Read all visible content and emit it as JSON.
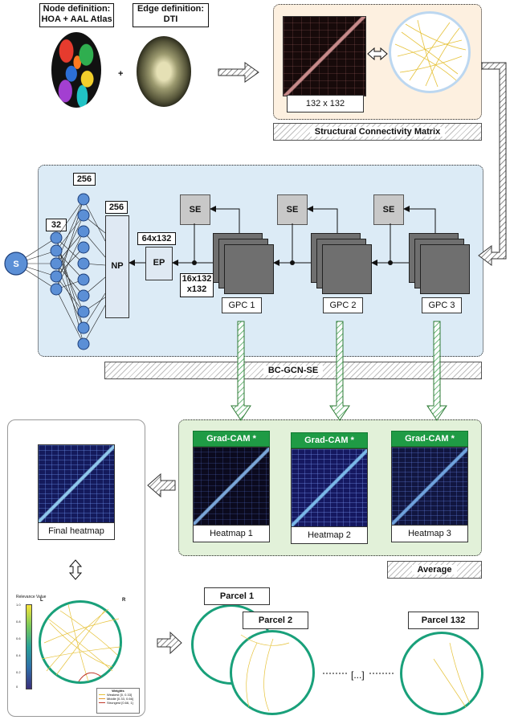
{
  "inputs": {
    "node_def": [
      "Node definition:",
      "HOA + AAL Atlas"
    ],
    "edge_def": [
      "Edge definition:",
      "DTI"
    ],
    "plus": "+"
  },
  "structural": {
    "matrix_label": "132 x 132",
    "banner": "Structural Connectivity Matrix"
  },
  "model": {
    "s_node": "S",
    "layer_sizes": [
      "32",
      "256",
      "256"
    ],
    "np_label": "NP",
    "ep_label": "EP",
    "ep_dim": "64x132",
    "ep_in_dim": [
      "16x132",
      "x132"
    ],
    "se_label": "SE",
    "gpc_labels": [
      "GPC 1",
      "GPC 2",
      "GPC 3"
    ],
    "banner": "BC-GCN-SE"
  },
  "gradcam": {
    "headers": [
      "Grad-CAM *",
      "Grad-CAM *",
      "Grad-CAM *"
    ],
    "heatmaps": [
      "Heatmap 1",
      "Heatmap 2",
      "Heatmap 3"
    ],
    "banner": "Average"
  },
  "final": {
    "label": "Final heatmap",
    "colorbar_title": "Relevance Value",
    "side_left": "L",
    "side_right": "R",
    "colorbar_ticks": [
      "1.0",
      "0.8",
      "0.6",
      "0.4",
      "0.2",
      "0"
    ],
    "legend_title": "Weights",
    "legend_items": [
      "Weakest [0, 0.33]",
      "Middle [0.33, 0.66]",
      "Strongest [0.66, 1]"
    ]
  },
  "parcels": {
    "labels": [
      "Parcel 1",
      "Parcel 2",
      "Parcel 132"
    ],
    "ellipsis": "[...]"
  },
  "colors": {
    "panel_struct": "#fdf0e0",
    "panel_model": "#dcebf6",
    "panel_avg": "#e2f1d9",
    "node_fill": "#5b8fd6",
    "gradcam_green": "#1f9b45",
    "chord": "#e6c23a"
  }
}
